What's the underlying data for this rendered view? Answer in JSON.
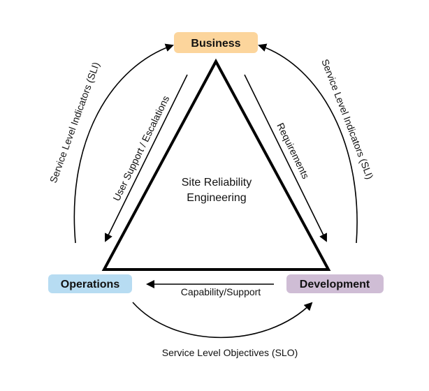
{
  "nodes": {
    "business": {
      "label": "Business",
      "color": "#fcd59c"
    },
    "operations": {
      "label": "Operations",
      "color": "#b7dcf2"
    },
    "development": {
      "label": "Development",
      "color": "#cfbdd5"
    }
  },
  "center": {
    "line1": "Site Reliability",
    "line2": "Engineering"
  },
  "edges": {
    "sli_left": "Service Level Indicators (SLI)",
    "sli_right": "Service Level Indicators (SLI)",
    "user_support": "User Support / Escalations",
    "requirements": "Requirements",
    "capability": "Capability/Support",
    "slo": "Service Level Objectives (SLO)"
  }
}
